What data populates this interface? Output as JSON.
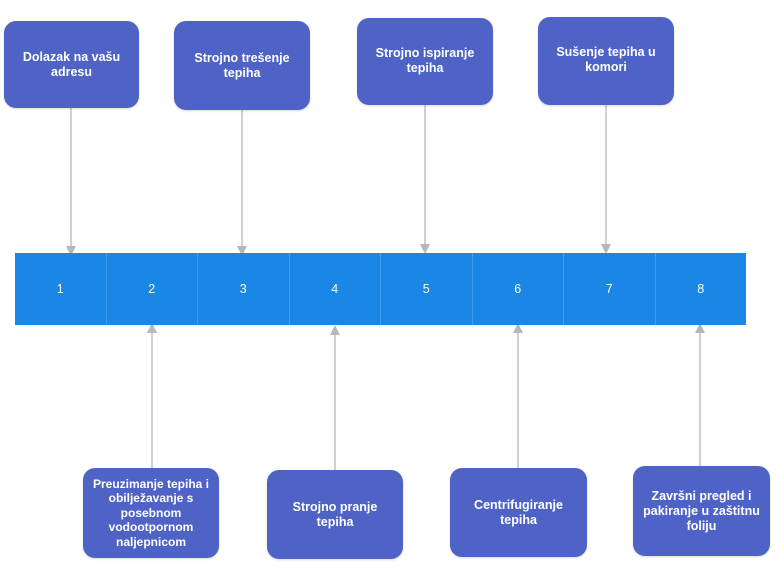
{
  "steps": [
    "1",
    "2",
    "3",
    "4",
    "5",
    "6",
    "7",
    "8"
  ],
  "top_boxes": [
    "Dolazak na vašu adresu",
    "Strojno trešenje tepiha",
    "Strojno ispiranje tepiha",
    "Sušenje tepiha u komori"
  ],
  "bottom_boxes": [
    "Preuzimanje tepiha i obilježavanje s posebnom vodootpornom naljepnicom",
    "Strojno pranje tepiha",
    "Centrifugiranje tepiha",
    "Završni pregled i pakiranje u zaštitnu foliju"
  ],
  "colors": {
    "box": "#4f63c7",
    "bar": "#1a86e6",
    "arrow": "#b7b7b7"
  }
}
